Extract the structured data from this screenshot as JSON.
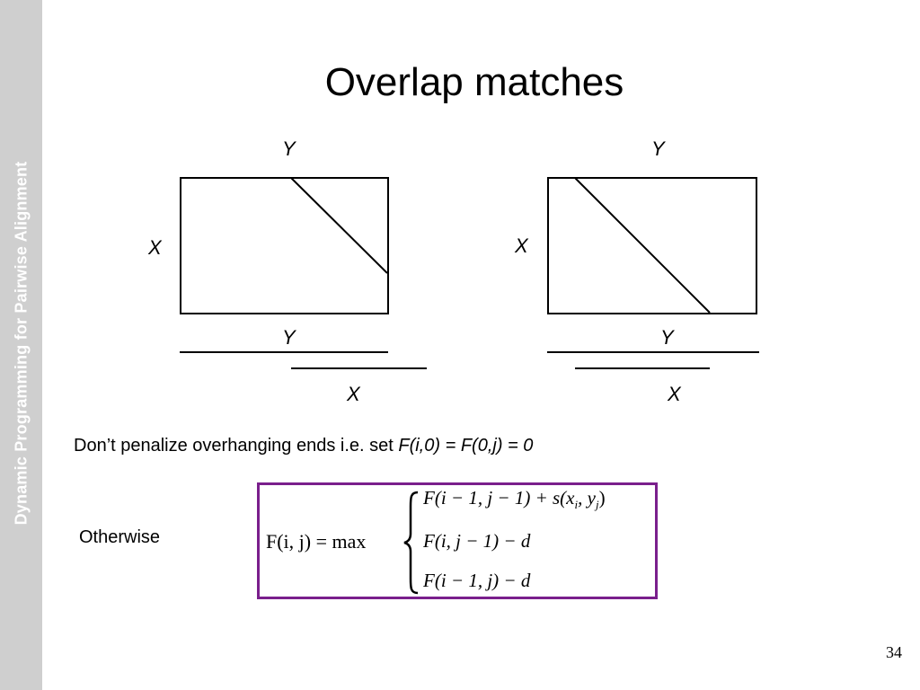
{
  "sidebar": {
    "text": "Dynamic Programming for Pairwise Alignment"
  },
  "slide": {
    "title": "Overlap matches",
    "page_number": "34"
  },
  "diagrams": {
    "left": {
      "top_label": "Y",
      "side_label": "X",
      "bottom_y_label": "Y",
      "bottom_x_label": "X"
    },
    "right": {
      "top_label": "Y",
      "side_label": "X",
      "bottom_y_label": "Y",
      "bottom_x_label": "X"
    }
  },
  "note": {
    "text": "Don’t penalize overhanging ends i.e. set ",
    "formula": "F(i,0) = F(0,j) = 0"
  },
  "otherwise": "Otherwise",
  "formula": {
    "lhs": "F(i, j) = max",
    "row1_main": "F(i − 1, j − 1) + s(x",
    "row1_sub_i": "i",
    "row1_mid": ", y",
    "row1_sub_j": "j",
    "row1_end": ")",
    "row2": "F(i, j − 1) − d",
    "row3": "F(i − 1, j) − d"
  },
  "colors": {
    "sidebar": "#cfcfcf",
    "formula_border": "#7a1f8c"
  }
}
